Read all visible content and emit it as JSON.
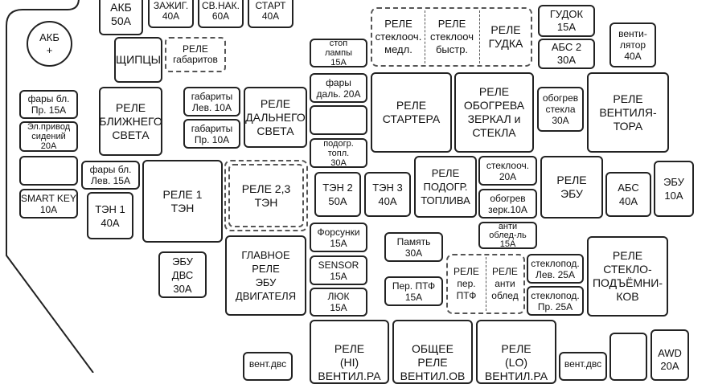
{
  "fuses": {
    "akb_50": [
      "АКБ",
      "50А"
    ],
    "zazhig_40": [
      "ЗАЖИГ.",
      "40А"
    ],
    "sv_nak_60": [
      "СВ.НАК.",
      "60А"
    ],
    "start_40": [
      "СТАРТ",
      "40А"
    ],
    "akb_terminal": [
      "АКБ",
      "+"
    ],
    "tongs": [
      "ЩИПЦЫ"
    ],
    "relay_parking": [
      "РЕЛЕ",
      "габаритов"
    ],
    "stop_lamps_15": [
      "стоп",
      "лампы",
      "15А"
    ],
    "headlight_high_20": [
      "фары",
      "даль. 20А"
    ],
    "empty_1": [],
    "heated_seat_30": [
      "подогр.",
      "топл.",
      "30А"
    ],
    "relay_wiper_slow": [
      "РЕЛЕ",
      "стеклооч.",
      "медл."
    ],
    "relay_wiper_fast": [
      "РЕЛЕ",
      "стеклооч",
      "быстр."
    ],
    "relay_horn": [
      "РЕЛЕ",
      "ГУДКА"
    ],
    "horn_15": [
      "ГУДОК",
      "15А"
    ],
    "abs2_30": [
      "АБС 2",
      "30А"
    ],
    "fan_40": [
      "венти-",
      "лятор",
      "40А"
    ],
    "low_beam_right_15": [
      "фары бл.",
      "Пр. 15А"
    ],
    "seat_drive_20": [
      "Эл.привод",
      "сидений",
      "20А"
    ],
    "empty_2": [],
    "smart_key_10": [
      "SMART KEY",
      "10А"
    ],
    "low_beam_left_15": [
      "фары бл.",
      "Лев. 15А"
    ],
    "ten1_40": [
      "ТЭН 1",
      "40А"
    ],
    "relay_low_beam": [
      "РЕЛЕ",
      "БЛИЖНЕГО",
      "СВЕТА"
    ],
    "parking_left_10": [
      "габариты",
      "Лев. 10А"
    ],
    "parking_right_10": [
      "габариты",
      "Пр. 10А"
    ],
    "relay_high_beam": [
      "РЕЛЕ",
      "ДАЛЬНЕГО",
      "СВЕТА"
    ],
    "relay1_ten": [
      "РЕЛЕ 1",
      "ТЭН"
    ],
    "relay23_ten": [
      "РЕЛЕ 2,3",
      "ТЭН"
    ],
    "ecu_engine_30": [
      "ЭБУ",
      "ДВС",
      "30А"
    ],
    "relay_main_ecu": [
      "ГЛАВНОЕ",
      "РЕЛЕ",
      "ЭБУ",
      "ДВИГАТЕЛЯ"
    ],
    "relay_starter": [
      "РЕЛЕ",
      "СТАРТЕРА"
    ],
    "relay_mirror_heat": [
      "РЕЛЕ",
      "ОБОГРЕВА",
      "ЗЕРКАЛ и",
      "СТЕКЛА"
    ],
    "rear_heat_30": [
      "обогрев",
      "стекла",
      "30А"
    ],
    "relay_fan": [
      "РЕЛЕ",
      "ВЕНТИЛЯ-",
      "ТОРА"
    ],
    "ten2_50": [
      "ТЭН 2",
      "50А"
    ],
    "ten3_40": [
      "ТЭН 3",
      "40А"
    ],
    "relay_fuel_heat": [
      "РЕЛЕ",
      "ПОДОГР.",
      "ТОПЛИВА"
    ],
    "washer_20": [
      "стеклооч.",
      "20А"
    ],
    "mirror_heat_10": [
      "обогрев",
      "зерк.10А"
    ],
    "relay_ecu": [
      "РЕЛЕ",
      "ЭБУ"
    ],
    "abs_40": [
      "АБС",
      "40А"
    ],
    "ecu_10": [
      "ЭБУ",
      "10А"
    ],
    "injectors_15": [
      "Форсунки",
      "15А"
    ],
    "sensor_15": [
      "SENSOR",
      "15А"
    ],
    "sunroof_15": [
      "ЛЮК",
      "15А"
    ],
    "memory_30": [
      "Память",
      "30А"
    ],
    "ptf_right_15": [
      "Пер. ПТФ",
      "15А"
    ],
    "antifog_15": [
      "анти",
      "облед-ль",
      "15А"
    ],
    "relay_front_fog": [
      "РЕЛЕ",
      "пер.",
      "ПТФ"
    ],
    "relay_antifog": [
      "РЕЛЕ",
      "анти",
      "облед"
    ],
    "window_left_25": [
      "стеклопод.",
      "Лев. 25А"
    ],
    "window_right_25": [
      "стеклопод.",
      "Пр.  25А"
    ],
    "relay_windows": [
      "РЕЛЕ",
      "СТЕКЛО-",
      "ПОДЪЁМНИ-",
      "КОВ"
    ],
    "relay_fan_hi": [
      "РЕЛЕ",
      "(HI)",
      "ВЕНТИЛ.РА"
    ],
    "relay_fan_common": [
      "ОБЩЕЕ",
      "РЕЛЕ",
      "ВЕНТИЛ.ОВ"
    ],
    "relay_fan_lo": [
      "РЕЛЕ",
      "(LO)",
      "ВЕНТИЛ.РА"
    ],
    "fan_engine_left": [
      "вент.двс"
    ],
    "fan_engine_right": [
      "вент.двс"
    ],
    "empty_3": [],
    "awd_20": [
      "AWD",
      "20А"
    ]
  }
}
